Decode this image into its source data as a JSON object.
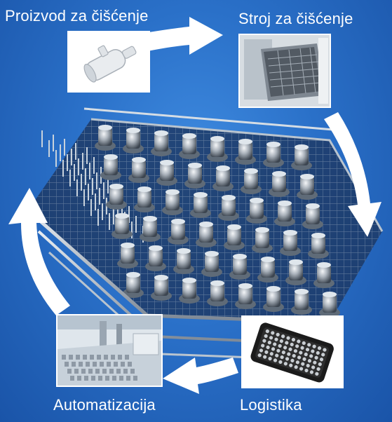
{
  "cycle": {
    "steps": [
      {
        "label": "Proizvod za čišćenje",
        "image": "cleaning-product"
      },
      {
        "label": "Stroj za čišćenje",
        "image": "washing-machine"
      },
      {
        "label": "Logistika",
        "image": "storage-tray"
      },
      {
        "label": "Automatizacija",
        "image": "automation-line"
      }
    ],
    "center_image": "stainless-wire-basket-with-parts"
  },
  "colors": {
    "background": "#2a70c8",
    "arrows": "#ffffff",
    "text": "#ffffff"
  }
}
